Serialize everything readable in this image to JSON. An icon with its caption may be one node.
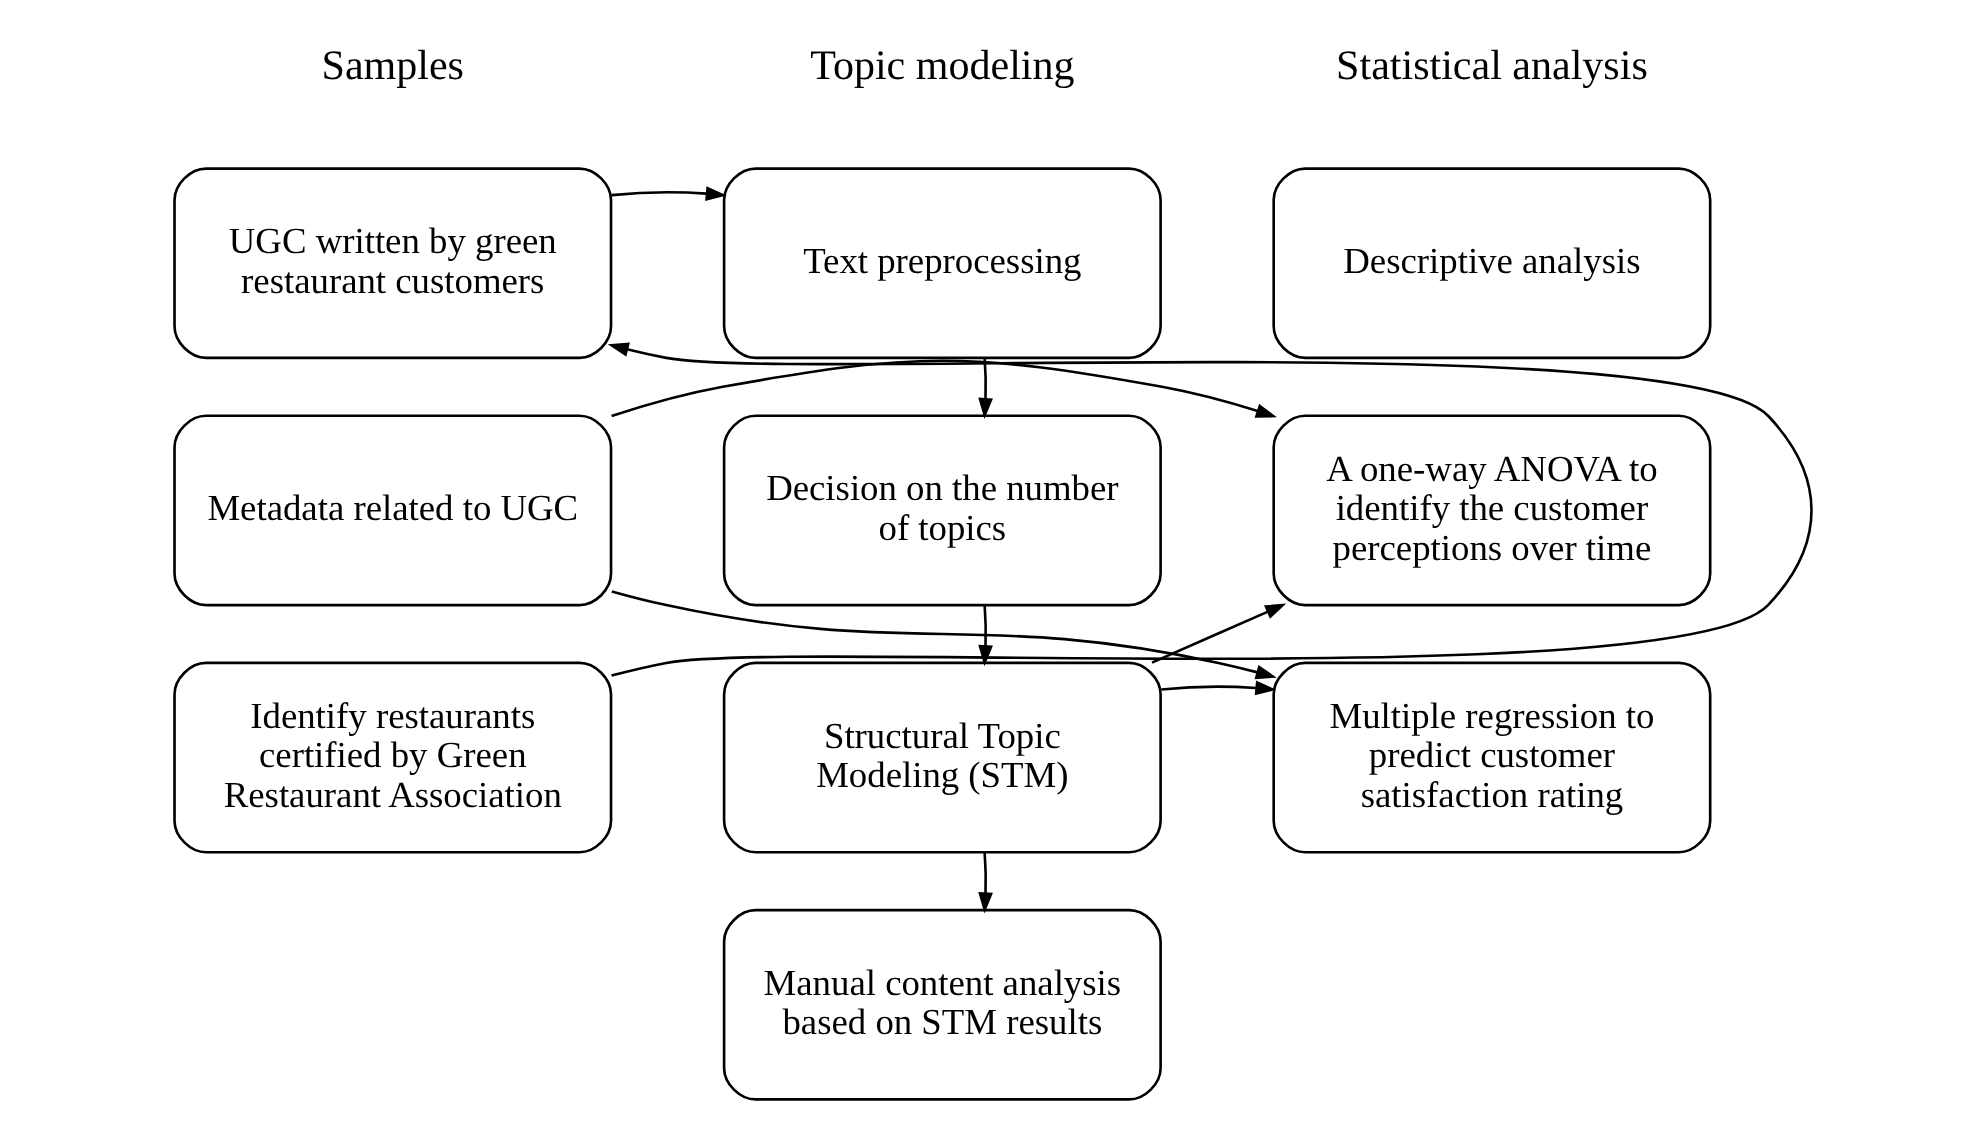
{
  "diagram": {
    "nodes": [
      {
        "text": [
          "UGC written by green restaurant customers"
        ]
      },
      {
        "text": [
          "Text preprocessing"
        ]
      },
      {
        "text": [
          "Descriptive analysis"
        ]
      },
      {
        "text": [
          "Metadata related to UGC"
        ]
      },
      {
        "text": [
          "Decision on the number of topics"
        ]
      },
      {
        "text": [
          "A one-way ANOVA to identify the customer perceptions over time"
        ]
      },
      {
        "text": [
          "Structural Topic Modeling (STM)"
        ]
      },
      {
        "text": [
          "Multiple regression to predict customer satisfaction rating"
        ]
      },
      {
        "text": [
          "Identify restaurants certified by Green Restaurant Association"
        ]
      },
      {
        "text": [
          "Manual content analysis based on STM results"
        ]
      }
    ],
    "edges": [
      {
        "from": 0,
        "to": 1,
        "arrow": "to"
      },
      {
        "from": 8,
        "to": 0,
        "arrow": "to"
      },
      {
        "from": 1,
        "to": 4,
        "arrow": "to"
      },
      {
        "from": 3,
        "to": 5,
        "arrow": "to"
      },
      {
        "from": 3,
        "to": 7,
        "arrow": "to"
      },
      {
        "from": 4,
        "to": 6,
        "arrow": "to"
      },
      {
        "from": 6,
        "to": 5,
        "arrow": "to"
      },
      {
        "from": 6,
        "to": 7,
        "arrow": "to"
      },
      {
        "from": 6,
        "to": 9,
        "arrow": "to"
      }
    ],
    "labels": [
      "Samples",
      "Topic modeling",
      "Statistical analysis"
    ]
  }
}
